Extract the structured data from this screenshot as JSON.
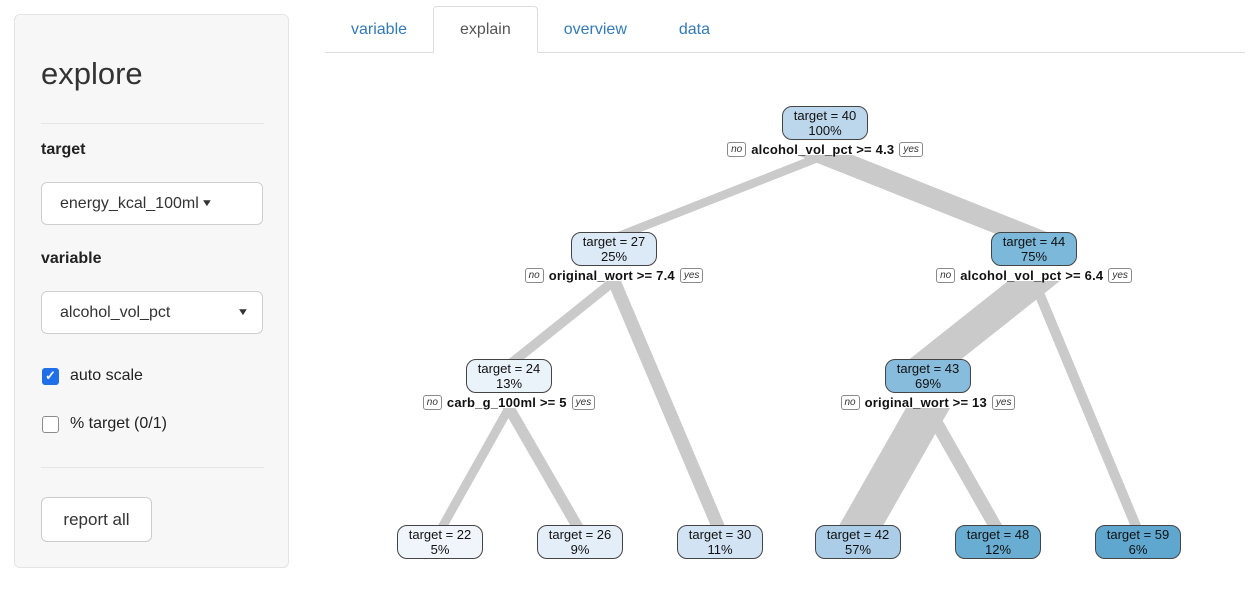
{
  "sidebar": {
    "title": "explore",
    "target_label": "target",
    "target_value": "energy_kcal_100ml",
    "variable_label": "variable",
    "variable_value": "alcohol_vol_pct",
    "checkboxes": [
      {
        "label": "auto scale",
        "checked": true
      },
      {
        "label": "% target (0/1)",
        "checked": false
      }
    ],
    "report_button": "report all"
  },
  "tabs": [
    {
      "label": "variable",
      "active": false
    },
    {
      "label": "explain",
      "active": true
    },
    {
      "label": "overview",
      "active": false
    },
    {
      "label": "data",
      "active": false
    }
  ],
  "colors": {
    "tab_link": "#337ab7",
    "edge": "#cacaca",
    "node_border": "#444444",
    "checkbox_checked": "#1e6fe8"
  },
  "chart_data": {
    "type": "decision-tree",
    "no_label": "no",
    "yes_label": "yes",
    "nodes": [
      {
        "id": "root",
        "label": "target = 40",
        "pct": "100%",
        "fill": "#bcd6ec",
        "split": "alcohol_vol_pct >= 4.3"
      },
      {
        "id": "n27",
        "label": "target = 27",
        "pct": "25%",
        "fill": "#dce9f6",
        "split": "original_wort >= 7.4"
      },
      {
        "id": "n44",
        "label": "target = 44",
        "pct": "75%",
        "fill": "#7cb8da",
        "split": "alcohol_vol_pct >= 6.4"
      },
      {
        "id": "n24",
        "label": "target = 24",
        "pct": "13%",
        "fill": "#eaf2fa",
        "split": "carb_g_100ml >= 5"
      },
      {
        "id": "n43",
        "label": "target = 43",
        "pct": "69%",
        "fill": "#87bcdc",
        "split": "original_wort >= 13"
      },
      {
        "id": "l22",
        "label": "target = 22",
        "pct": "5%",
        "fill": "#f0f5fc",
        "split": null
      },
      {
        "id": "l26",
        "label": "target = 26",
        "pct": "9%",
        "fill": "#e4eef9",
        "split": null
      },
      {
        "id": "l30",
        "label": "target = 30",
        "pct": "11%",
        "fill": "#d2e3f3",
        "split": null
      },
      {
        "id": "l42",
        "label": "target = 42",
        "pct": "57%",
        "fill": "#abcde7",
        "split": null
      },
      {
        "id": "l48",
        "label": "target = 48",
        "pct": "12%",
        "fill": "#69add3",
        "split": null
      },
      {
        "id": "l59",
        "label": "target = 59",
        "pct": "6%",
        "fill": "#5fa7cf",
        "split": null
      }
    ],
    "edges": [
      {
        "from": "root",
        "to": "n27",
        "pct": 25
      },
      {
        "from": "root",
        "to": "n44",
        "pct": 75
      },
      {
        "from": "n27",
        "to": "n24",
        "pct": 13
      },
      {
        "from": "n27",
        "to": "l30",
        "pct": 11
      },
      {
        "from": "n44",
        "to": "n43",
        "pct": 69
      },
      {
        "from": "n44",
        "to": "l59",
        "pct": 6
      },
      {
        "from": "n24",
        "to": "l22",
        "pct": 5
      },
      {
        "from": "n24",
        "to": "l26",
        "pct": 9
      },
      {
        "from": "n43",
        "to": "l42",
        "pct": 57
      },
      {
        "from": "n43",
        "to": "l48",
        "pct": 12
      }
    ]
  }
}
